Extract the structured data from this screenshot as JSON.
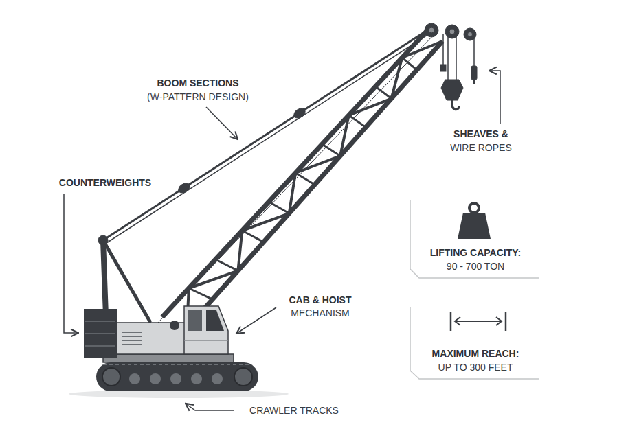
{
  "diagram": {
    "nodes": [
      {
        "text": [
          "LIFTING CAPACITY:",
          "90 - 700 TON"
        ]
      },
      {
        "text": [
          "MAXIMUM REACH:",
          "UP TO 300 FEET"
        ]
      }
    ],
    "labels": [
      "BOOM SECTIONS",
      "(W-PATTERN DESIGN)",
      "COUNTERWEIGHTS",
      "SHEAVES &",
      "WIRE ROPES",
      "CAB & HOIST",
      "MECHANISM",
      "CRAWLER TRACKS"
    ]
  }
}
